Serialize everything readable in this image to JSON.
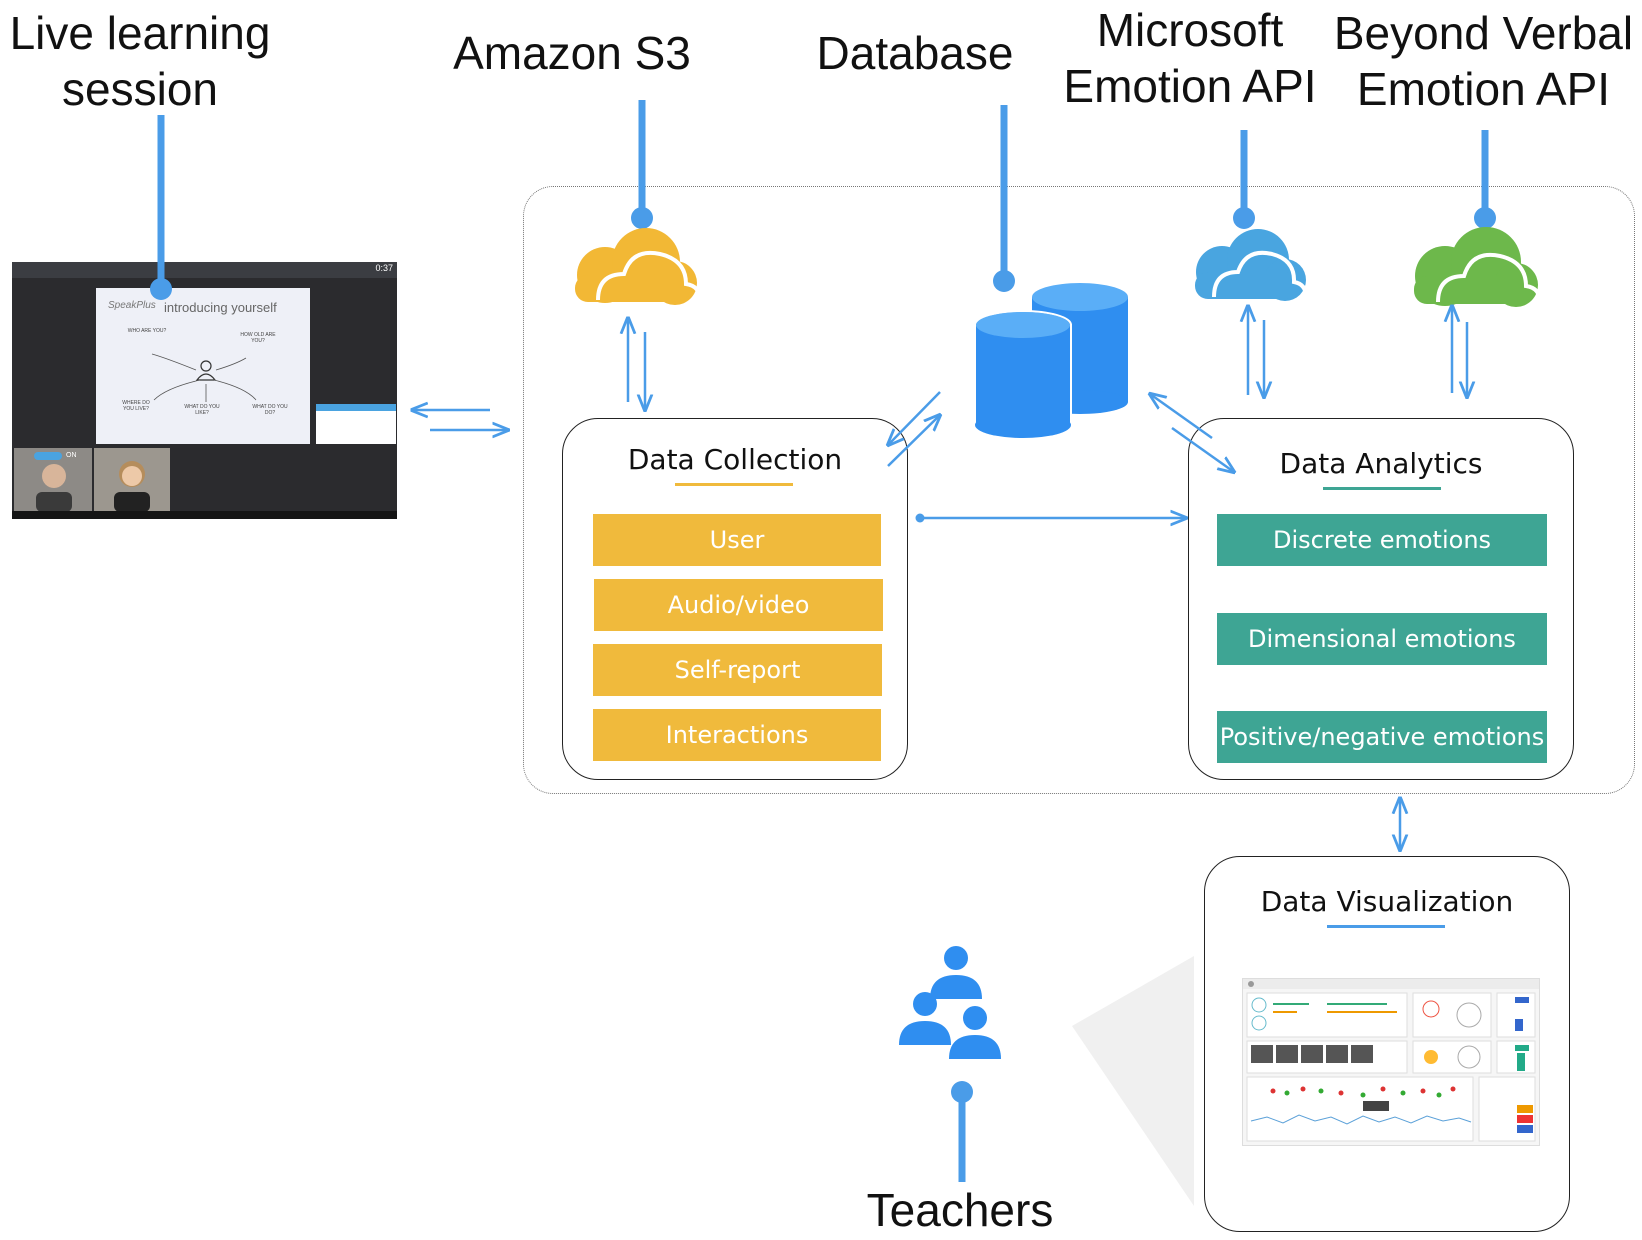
{
  "labels": {
    "live_session": [
      "Live learning",
      "session"
    ],
    "amazon": "Amazon S3",
    "database": "Database",
    "microsoft": [
      "Microsoft",
      "Emotion API"
    ],
    "beyond": [
      "Beyond Verbal",
      "Emotion API"
    ],
    "teachers": "Teachers"
  },
  "data_collection": {
    "title": "Data Collection",
    "items": [
      "User",
      "Audio/video",
      "Self-report",
      "Interactions"
    ]
  },
  "data_analytics": {
    "title": "Data Analytics",
    "items": [
      "Discrete emotions",
      "Dimensional emotions",
      "Positive/negative emotions"
    ]
  },
  "data_visualization": {
    "title": "Data Visualization"
  },
  "screenshot": {
    "time": "0:37",
    "slide_title": "introducing yourself",
    "brand": "SpeakPlus",
    "mic_status": "ON",
    "slide_items": [
      "WHO ARE YOU?",
      "HOW OLD ARE YOU?",
      "WHERE DO YOU LIVE?",
      "WHAT DO YOU LIKE?",
      "WHAT DO YOU DO?"
    ]
  },
  "colors": {
    "connector_blue": "#4A9CE8",
    "amazon_cloud": "#F2B835",
    "microsoft_cloud": "#49A5E0",
    "beyond_cloud": "#6DB84B",
    "database": "#2F8EF0",
    "collection_box": "#F0BA3C",
    "analytics_box": "#3EA594",
    "teachers": "#2F8EF0"
  }
}
